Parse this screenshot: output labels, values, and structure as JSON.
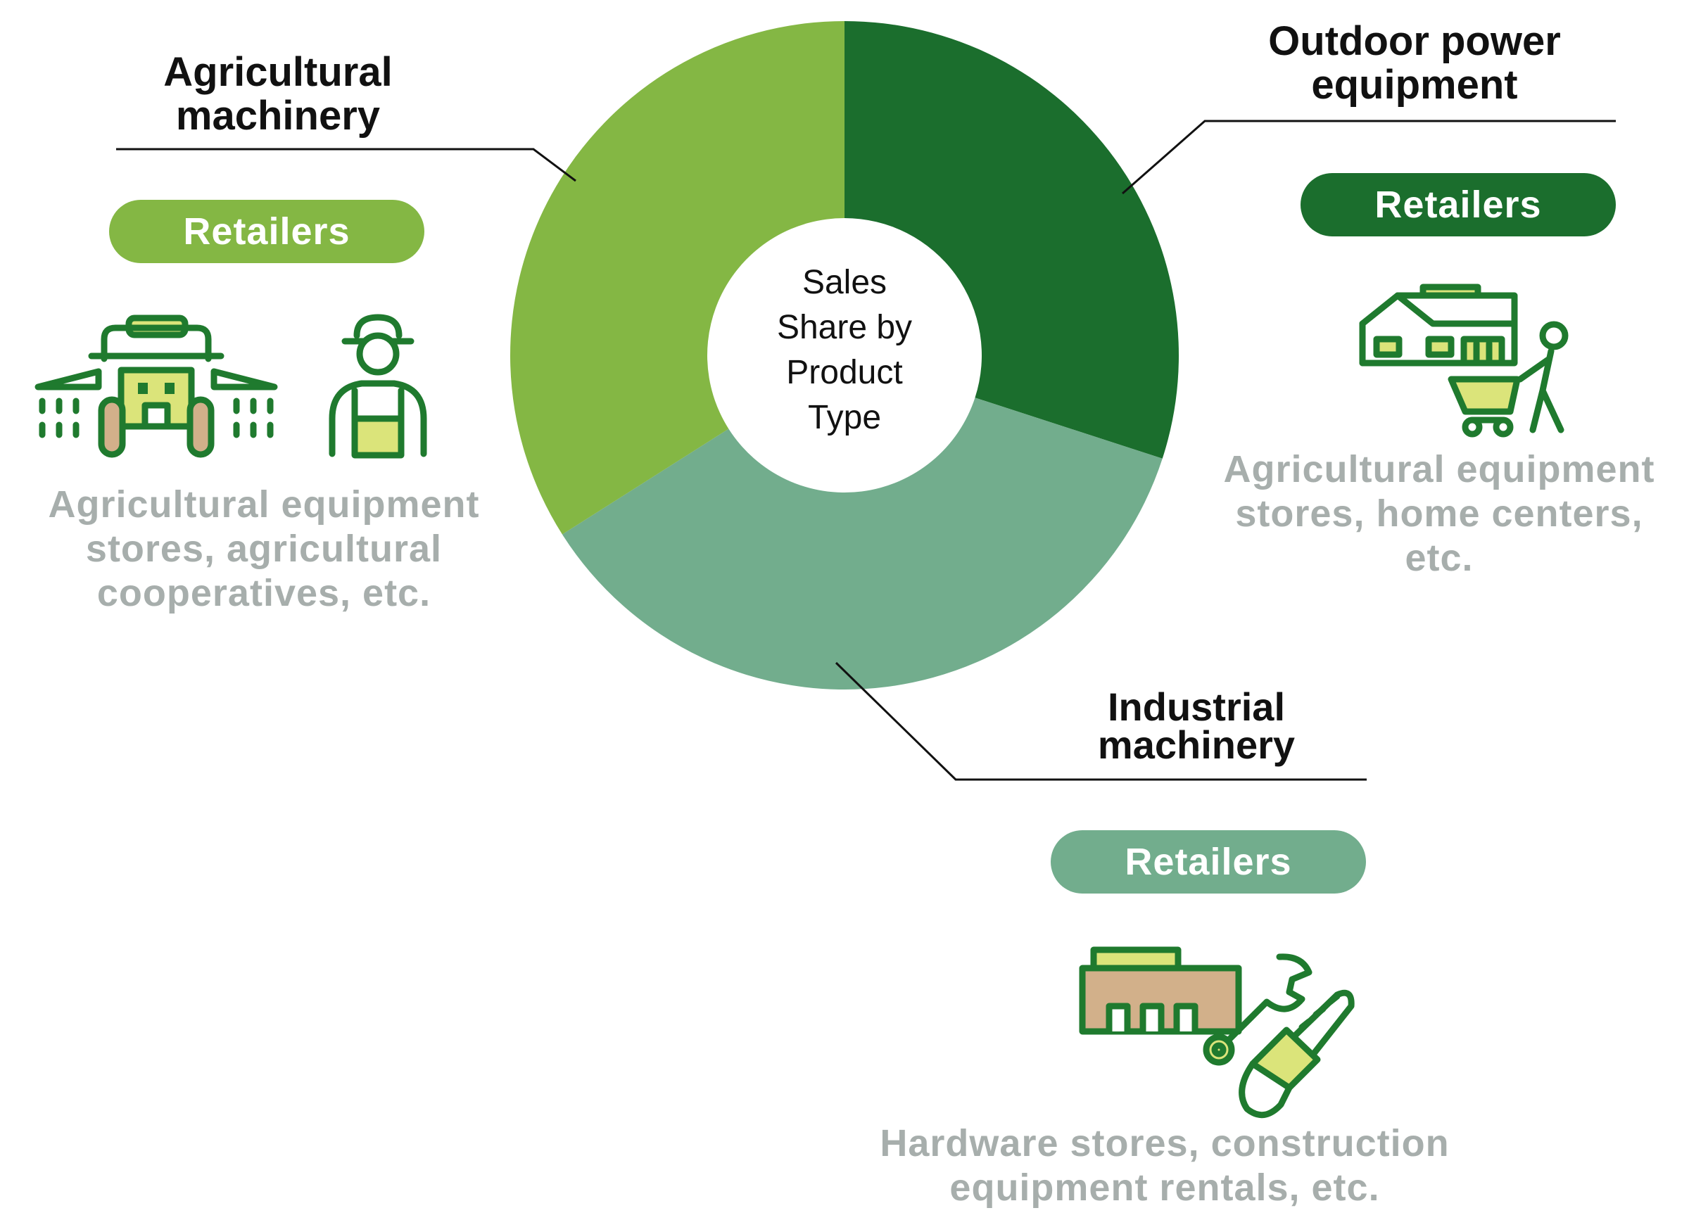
{
  "colors": {
    "agri": "#84b744",
    "outdoor": "#1b6e2d",
    "industrial": "#72ad8d",
    "desc_text": "#a7aeac",
    "icon_stroke": "#1f7a2e",
    "icon_yellow": "#dbe47a",
    "icon_tan": "#d2b08a"
  },
  "chart_data": {
    "type": "pie",
    "center_label": "Sales\nShare by\nProduct\nType",
    "slices": [
      {
        "name": "Outdoor power equipment",
        "value": 30,
        "color": "#1b6e2d"
      },
      {
        "name": "Industrial machinery",
        "value": 36,
        "color": "#72ad8d"
      },
      {
        "name": "Agricultural machinery",
        "value": 34,
        "color": "#84b744"
      }
    ]
  },
  "categories": {
    "agri": {
      "title": "Agricultural\nmachinery",
      "pill": "Retailers",
      "desc": "Agricultural equipment\nstores, agricultural\ncooperatives, etc.",
      "icons": [
        "tractor-icon",
        "farmer-icon"
      ]
    },
    "outdoor": {
      "title": "Outdoor power\nequipment",
      "pill": "Retailers",
      "desc": "Agricultural equipment\nstores, home centers,\netc.",
      "icons": [
        "store-icon",
        "shopper-with-cart-icon"
      ]
    },
    "industrial": {
      "title": "Industrial\nmachinery",
      "pill": "Retailers",
      "desc": "Hardware stores, construction\nequipment rentals, etc.",
      "icons": [
        "hardware-store-icon",
        "wrench-icon",
        "chainsaw-icon"
      ]
    }
  }
}
